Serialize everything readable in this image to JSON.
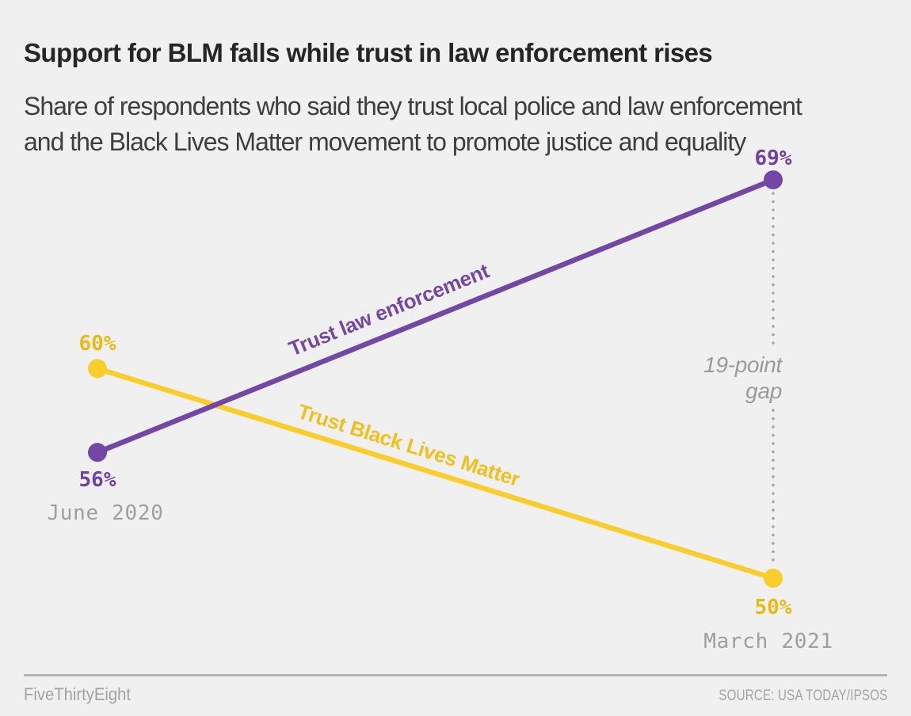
{
  "header": {
    "title": "Support for BLM falls while trust in law enforcement rises",
    "subtitle": "Share of respondents who said they trust local police and law enforcement\nand the Black Lives Matter movement to promote justice and equality"
  },
  "chart_data": {
    "type": "line",
    "variant": "slope-chart",
    "categories": [
      "June 2020",
      "March 2021"
    ],
    "series": [
      {
        "name": "Trust law enforcement",
        "values": [
          56,
          69
        ],
        "color": "#7247a6",
        "label_color": "#7040a4"
      },
      {
        "name": "Trust Black Lives Matter",
        "values": [
          60,
          50
        ],
        "color": "#f9cd2b",
        "label_color": "#eaba10"
      }
    ],
    "point_labels": {
      "law_start": "56%",
      "law_end": "69%",
      "blm_start": "60%",
      "blm_end": "50%"
    },
    "axis_labels": {
      "start": "June 2020",
      "end": "March 2021"
    },
    "annotation": "19-point\ngap",
    "gap_points": 19,
    "ylim": [
      50,
      69
    ],
    "unit": "%",
    "grid": false,
    "legend_position": "inline-rotated",
    "colors": {
      "dotted_line": "#a3a3a3",
      "axis_text": "#9e9e9e",
      "annotation_text": "#9a9a9a",
      "background": "#f0f0f0"
    }
  },
  "footer": {
    "brand": "FiveThirtyEight",
    "source": "SOURCE: USA TODAY/IPSOS"
  }
}
